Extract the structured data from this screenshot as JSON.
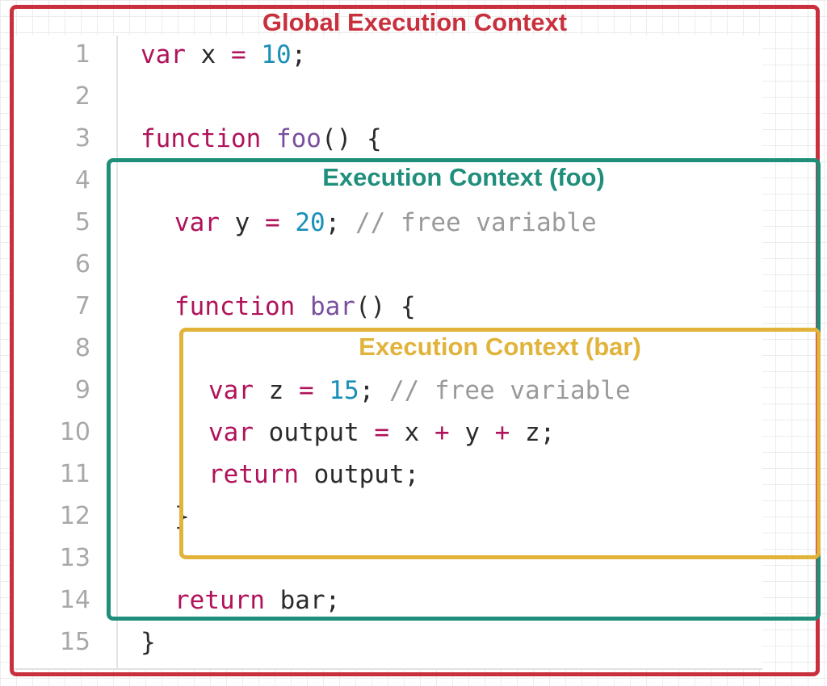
{
  "contexts": {
    "global_label": "Global Execution Context",
    "foo_label": "Execution Context (foo)",
    "bar_label": "Execution Context (bar)"
  },
  "colors": {
    "global": "#c9303d",
    "foo": "#1f8f7b",
    "bar": "#e1b33b",
    "keyword": "#b0135a",
    "function_name": "#7a4f9f",
    "number": "#1a8fb8",
    "comment": "#9a9a9a"
  },
  "code": {
    "line_numbers": [
      "1",
      "2",
      "3",
      "4",
      "5",
      "6",
      "7",
      "8",
      "9",
      "10",
      "11",
      "12",
      "13",
      "14",
      "15"
    ],
    "lines": {
      "l1": {
        "kw": "var",
        "a": " x ",
        "op": "=",
        "b": " ",
        "num": "10",
        "c": ";"
      },
      "l3": {
        "kw": "function",
        "a": " ",
        "fn": "foo",
        "b": "() {"
      },
      "l5": {
        "kw": "var",
        "a": " y ",
        "op": "=",
        "b": " ",
        "num": "20",
        "c": "; ",
        "cm": "// free variable"
      },
      "l7": {
        "kw": "function",
        "a": " ",
        "fn": "bar",
        "b": "() {"
      },
      "l9": {
        "kw": "var",
        "a": " z ",
        "op": "=",
        "b": " ",
        "num": "15",
        "c": "; ",
        "cm": "// free variable"
      },
      "l10": {
        "kw": "var",
        "a": " output ",
        "op1": "=",
        "b": " x ",
        "op2": "+",
        "c": " y ",
        "op3": "+",
        "d": " z;"
      },
      "l11": {
        "kw": "return",
        "a": " output;"
      },
      "l12": {
        "a": "}"
      },
      "l14": {
        "kw": "return",
        "a": " bar;"
      },
      "l15": {
        "a": "}"
      }
    }
  }
}
